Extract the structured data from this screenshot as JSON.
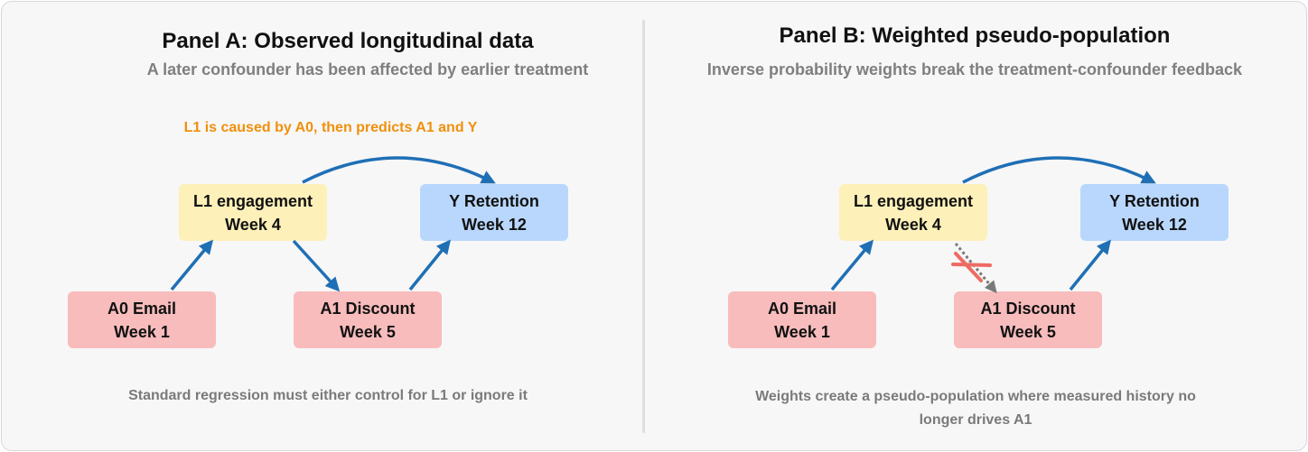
{
  "panel_a": {
    "title": "Panel A: Observed longitudinal data",
    "subtitle": "A later confounder has been affected by earlier treatment",
    "annotation": "L1 is caused by A0, then predicts A1 and Y",
    "nodes": {
      "l1": {
        "line1": "L1 engagement",
        "line2": "Week 4"
      },
      "y": {
        "line1": "Y Retention",
        "line2": "Week 12"
      },
      "a0": {
        "line1": "A0 Email",
        "line2": "Week 1"
      },
      "a1": {
        "line1": "A1 Discount",
        "line2": "Week 5"
      }
    },
    "caption": "Standard regression must either control for L1 or ignore it"
  },
  "panel_b": {
    "title": "Panel B: Weighted pseudo-population",
    "subtitle": "Inverse probability weights break the treatment-confounder feedback",
    "nodes": {
      "l1": {
        "line1": "L1 engagement",
        "line2": "Week 4"
      },
      "y": {
        "line1": "Y Retention",
        "line2": "Week 12"
      },
      "a0": {
        "line1": "A0 Email",
        "line2": "Week 1"
      },
      "a1": {
        "line1": "A1 Discount",
        "line2": "Week 5"
      }
    },
    "caption_line1": "Weights create a pseudo-population where measured history no",
    "caption_line2": "longer drives A1"
  },
  "colors": {
    "treatment": "#f8bcbc",
    "confounder": "#fdf0b9",
    "outcome": "#b9d7fc",
    "arrow": "#1f6fb5",
    "broken_arrow": "#7a7a7a",
    "cross": "#ee6b63",
    "annotation": "#f0900c"
  }
}
